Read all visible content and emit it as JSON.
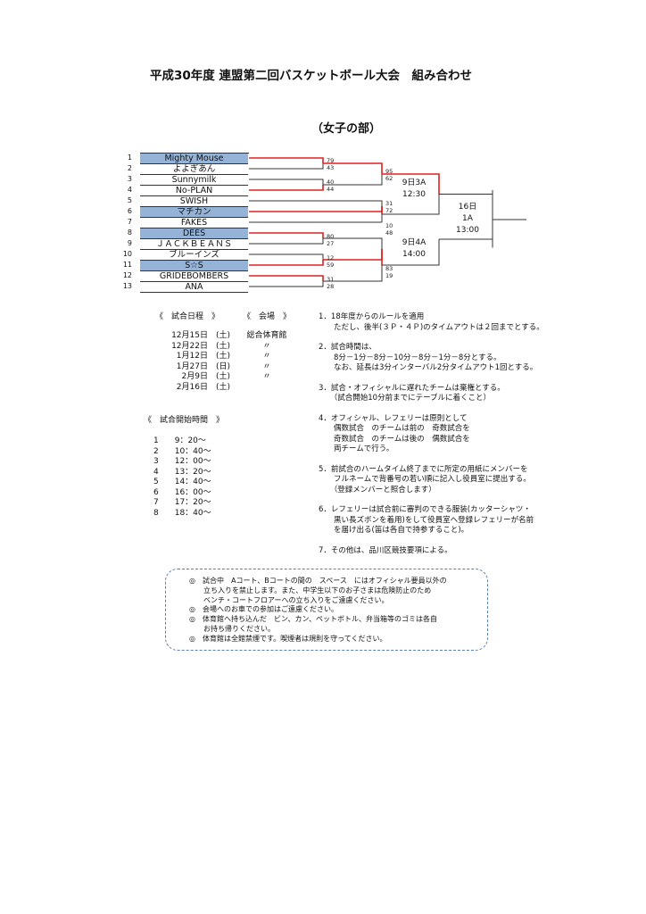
{
  "title": "平成30年度 連盟第二回バスケットボール大会　組み合わせ",
  "division": "（女子の部）",
  "teams": [
    {
      "num": "1",
      "name": "Mighty Mouse",
      "highlight": true
    },
    {
      "num": "2",
      "name": "よよぎあん",
      "highlight": false
    },
    {
      "num": "3",
      "name": "Sunnymilk",
      "highlight": false
    },
    {
      "num": "4",
      "name": "No-PLAN",
      "highlight": false
    },
    {
      "num": "5",
      "name": "SWISH",
      "highlight": false
    },
    {
      "num": "6",
      "name": "マチカン",
      "highlight": true
    },
    {
      "num": "7",
      "name": "FAKES",
      "highlight": false
    },
    {
      "num": "8",
      "name": "DEES",
      "highlight": true
    },
    {
      "num": "9",
      "name": "ＪＡＣＫＢＥＡＮＳ",
      "highlight": false
    },
    {
      "num": "10",
      "name": "ブルーインズ",
      "highlight": false
    },
    {
      "num": "11",
      "name": "S☆S",
      "highlight": true
    },
    {
      "num": "12",
      "name": "GRIDEBOMBERS",
      "highlight": false
    },
    {
      "num": "13",
      "name": "ANA",
      "highlight": false
    }
  ],
  "scores": {
    "r1_1_2": [
      "79",
      "43"
    ],
    "r1_3_4": [
      "40",
      "44"
    ],
    "r1_5_6": [
      "31",
      "72"
    ],
    "r1_8_9": [
      "80",
      "27"
    ],
    "r1_10_11": [
      "12",
      "59"
    ],
    "r1_12_13": [
      "31",
      "28"
    ],
    "sf_a_1": [
      "95",
      "62"
    ],
    "sf_a_2": [
      "10",
      "48"
    ],
    "sf_b": [
      "83",
      "19"
    ]
  },
  "match_info": {
    "semi_a": [
      "9日3A",
      "12:30"
    ],
    "semi_b": [
      "9日4A",
      "14:00"
    ],
    "final": [
      "16日",
      "1A",
      "13:00"
    ]
  },
  "schedule": {
    "header_date": "《　試合日程　》",
    "header_venue": "《　会場　》",
    "dates": [
      "12月15日　(土)",
      "12月22日　(土)",
      "1月12日　(土)",
      "1月27日　(日)",
      "2月9日　(土)",
      "2月16日　(土)"
    ],
    "venues": [
      "総合体育館",
      "〃",
      "〃",
      "〃",
      "〃"
    ],
    "times_header": "《　試合開始時間　》",
    "times": [
      "1　　9：20～",
      "2　　10：40～",
      "3　　12：00～",
      "4　　13：20～",
      "5　　14：40～",
      "6　　16：00～",
      "7　　17：20～",
      "8　　18：40～"
    ]
  },
  "rules": [
    "1．18年度からのルールを適用\n　　ただし、後半(３Ｐ・４Ｐ)のタイムアウトは２回までとする。",
    "2．試合時間は、\n　　8分－1分－8分－10分－8分－1分－8分とする。\n　　なお、延長は3分インターバル2分タイムアウト1回とする。",
    "3．試合・オフィシャルに遅れたチームは棄権とする。\n　　（試合開始10分前までにテーブルに着くこと）",
    "4．オフィシャル、レフェリーは原則として\n　　偶数試合　のチームは前の　奇数試合を\n　　奇数試合　のチームは後の　偶数試合を\n　　両チームで行う。",
    "5．前試合のハームタイム終了までに所定の用紙にメンバーを\n　　フルネームで背番号の若い順に記入し役員室に提出する。\n　　（登録メンバーと照合します）",
    "6．レフェリーは試合前に審判のできる服装(カッターシャツ・\n　　黒い長ズボンを着用)をして役員室へ登録レフェリーが名前\n　　を届け出る(笛は各自で持参すること)。",
    "7．その他は、品川区競技要項による。"
  ],
  "notice": [
    "◎　試合中　Aコート、Bコートの間の　スペース　にはオフィシャル要員以外の",
    "　　立ち入りを禁止します。また、中学生以下のお子さまは危険防止のため",
    "　　ベンチ・コートフロアーへの立ち入りをご遠慮ください。",
    "◎　会場へのお車での参加はご遠慮ください。",
    "◎　体育館へ持ち込んだ　ビン、カン、ペットボトル、弁当箱等のゴミは各自",
    "　　お持ち帰りください。",
    "◎　体育館は全館禁煙です。喫煙者は規則を守ってください。"
  ],
  "colors": {
    "highlight": "#95b3d7",
    "winner_line": "#e02020",
    "line": "#333333",
    "notice_border": "#5a7fb0"
  }
}
